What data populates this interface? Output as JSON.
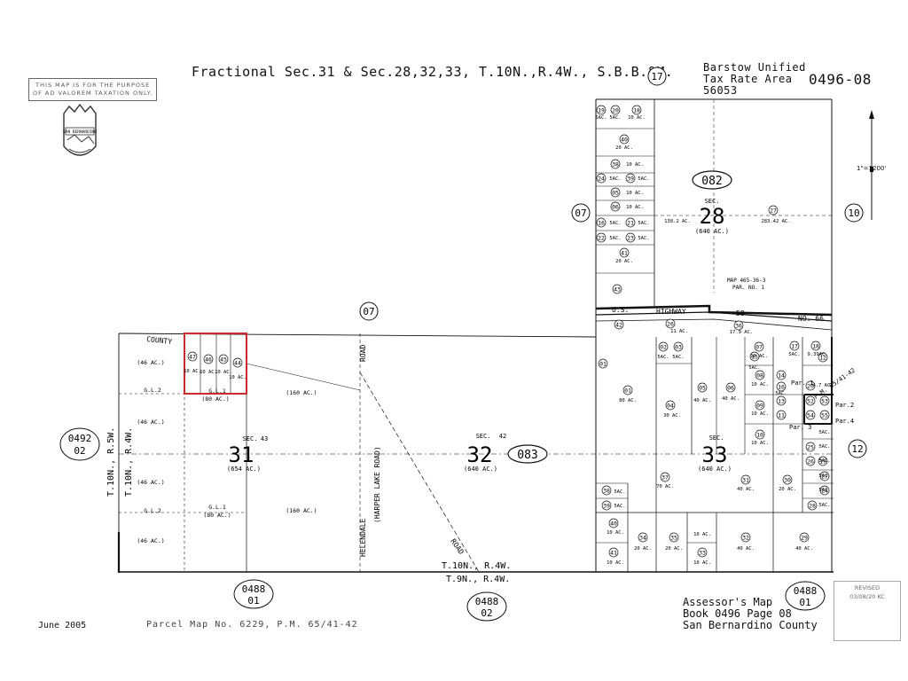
{
  "title": "Fractional Sec.31 & Sec.28,32,33, T.10N.,R.4W., S.B.B.&M.",
  "tax_rate_area": {
    "line1": "Barstow Unified",
    "line2": "Tax Rate Area",
    "line3": "56053"
  },
  "map_code": "0496-08",
  "disclaimer": {
    "line1": "THIS MAP IS FOR THE PURPOSE",
    "line2": "OF AD VALOREM TAXATION ONLY."
  },
  "seal_text": "SAN BERNARDINO",
  "scale": "1\"=1200'",
  "date": "June 2005",
  "parcel_map": "Parcel Map No. 6229, P.M. 65/41-42",
  "assessor": {
    "line1": "Assessor's Map",
    "line2": "Book 0496 Page 08",
    "line3": "San Bernardino County"
  },
  "revised": {
    "label": "REVISED",
    "date": "03/08/20 KC"
  },
  "adjacent_maps": [
    {
      "id": "adj-17",
      "text": "17"
    },
    {
      "id": "adj-07-top",
      "text": "07"
    },
    {
      "id": "adj-07-mid",
      "text": "07"
    },
    {
      "id": "adj-10",
      "text": "10"
    },
    {
      "id": "adj-12",
      "text": "12"
    },
    {
      "id": "adj-0492",
      "text": "0492",
      "sub": "02"
    },
    {
      "id": "adj-0488-a",
      "text": "0488",
      "sub": "01"
    },
    {
      "id": "adj-0488-b",
      "text": "0488",
      "sub": "02"
    },
    {
      "id": "adj-0488-c",
      "text": "0488",
      "sub": "01"
    }
  ],
  "blocks": {
    "b082": "082",
    "b083": "083"
  },
  "sections": {
    "s28": "28",
    "s31": "31",
    "s32": "32",
    "s33": "33",
    "sec_label": "SEC.",
    "s31_num": "43",
    "s32_num": "42",
    "s31_area": "(654 AC.)",
    "s32_area": "(640 AC.)",
    "s33_area": "(640 AC.)",
    "s28_area": "(640 AC.)"
  },
  "roads": {
    "county": "COUNTY",
    "road": "ROAD",
    "harper": "(HARPER LAKE ROAD)",
    "helendale": "HELENDALE",
    "road2": "ROAD",
    "us": "U.S.",
    "highway": "HIGHWAY",
    "hw58": "58",
    "no66": "NO. 66",
    "map_ref": "MAP 465-36-3",
    "par_ref": "PAR. NO. 1",
    "pm": "P.M. 65/41-42"
  },
  "township": {
    "t10r4": "T.10N., R.4W.",
    "t9r4": "T.9N., R.4W.",
    "t10r5": "T.10N., R.5W.",
    "t10r4v": "T.10N., R.4W."
  },
  "parcels_left": [
    {
      "t": "(46 AC.)"
    },
    {
      "t": "(46 AC.)"
    },
    {
      "t": "(46 AC.)"
    },
    {
      "t": "(46 AC.)"
    },
    {
      "t": "G.L.2"
    },
    {
      "t": "G.L.2"
    },
    {
      "t": "G.L.1"
    },
    {
      "t": "(80 AC.)"
    },
    {
      "t": "G.L.1"
    },
    {
      "t": "(80 AC.)"
    },
    {
      "t": "(160 AC.)"
    },
    {
      "t": "(160 AC.)"
    }
  ],
  "parcel_numbers": [
    "47",
    "46",
    "45",
    "44",
    "19",
    "20",
    "18",
    "40",
    "38",
    "24",
    "39",
    "05",
    "06",
    "16",
    "21",
    "22",
    "23",
    "41",
    "27",
    "43",
    "42",
    "02",
    "03",
    "26",
    "36",
    "07",
    "15",
    "17",
    "18",
    "08",
    "14",
    "20",
    "16",
    "52",
    "53",
    "09",
    "13",
    "54",
    "55",
    "10",
    "11",
    "01",
    "04",
    "05",
    "06",
    "37",
    "31",
    "30",
    "38",
    "39",
    "40",
    "34",
    "35",
    "32",
    "29",
    "41",
    "33",
    "25",
    "26",
    "27",
    "28",
    "12",
    "01",
    "19",
    "24",
    "21"
  ],
  "acreages": [
    "10 AC.",
    "10 AC.",
    "10 AC.",
    "10 AC.",
    "5AC.",
    "5AC.",
    "10 AC.",
    "20 AC.",
    "10 AC.",
    "5AC.",
    "5AC.",
    "10 AC.",
    "10 AC.",
    "5AC.",
    "5AC.",
    "5AC.",
    "5AC.",
    "20 AC.",
    "138.2 AC.",
    "283.42 AC.",
    "11 AC.",
    "5AC.",
    "5AC.",
    "17.9 AC.",
    "10 AC.",
    "5AC.",
    "5AC.",
    "9.39AC.",
    "10 AC.",
    "4.7 AC.",
    "10 AC.",
    "10 AC.",
    "5AC.",
    "80 AC.",
    "30 AC.",
    "40 AC.",
    "40 AC.",
    "70 AC.",
    "40 AC.",
    "20 AC.",
    "5AC.",
    "5AC.",
    "10 AC.",
    "10 AC.",
    "20 AC.",
    "20 AC.",
    "10 AC.",
    "10 AC.",
    "40 AC.",
    "40 AC.",
    "5AC.",
    "5AC.",
    "5AC.",
    "5AC.",
    "5AC.",
    "5AC."
  ],
  "par_labels": {
    "par1": "Par. 1",
    "par2": "Par.2",
    "par3": "Par. 3",
    "par4": "Par.4"
  }
}
